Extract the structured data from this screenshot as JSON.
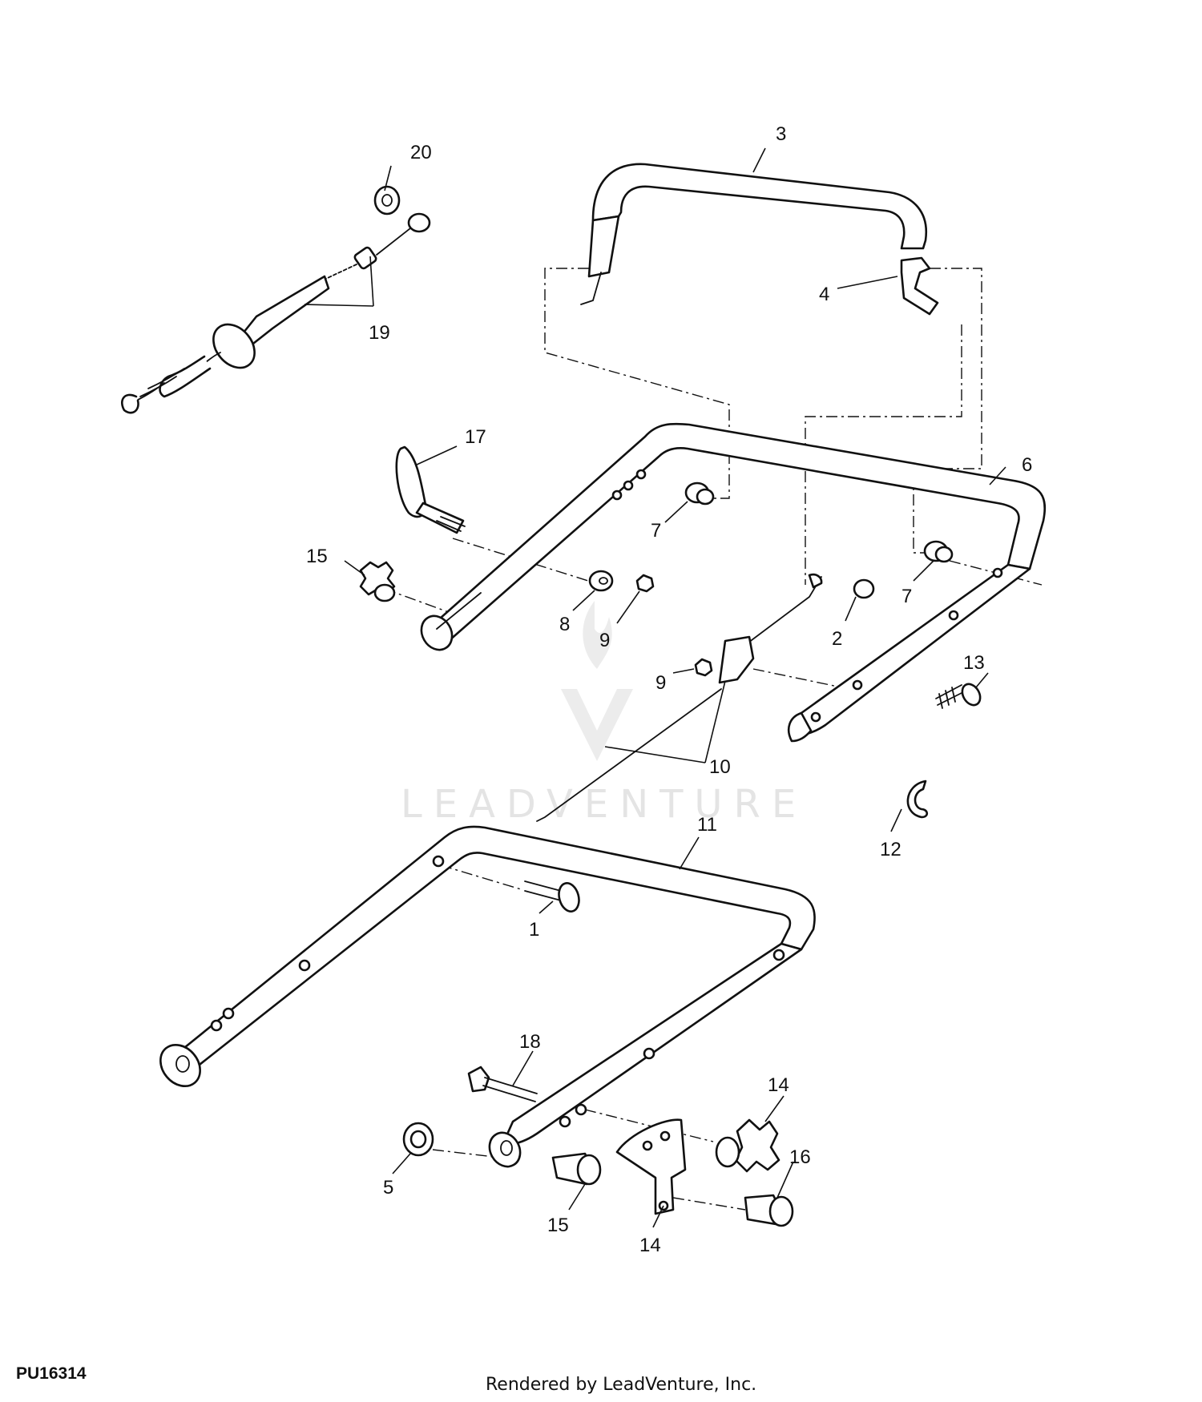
{
  "diagram_id": "PU16314",
  "credit": "Rendered by LeadVenture, Inc.",
  "watermark": "LEADVENTURE",
  "callouts": [
    "1",
    "2",
    "3",
    "4",
    "5",
    "6",
    "7",
    "7",
    "8",
    "9",
    "9",
    "10",
    "11",
    "12",
    "13",
    "14",
    "14",
    "15",
    "15",
    "16",
    "17",
    "18",
    "19",
    "20"
  ]
}
